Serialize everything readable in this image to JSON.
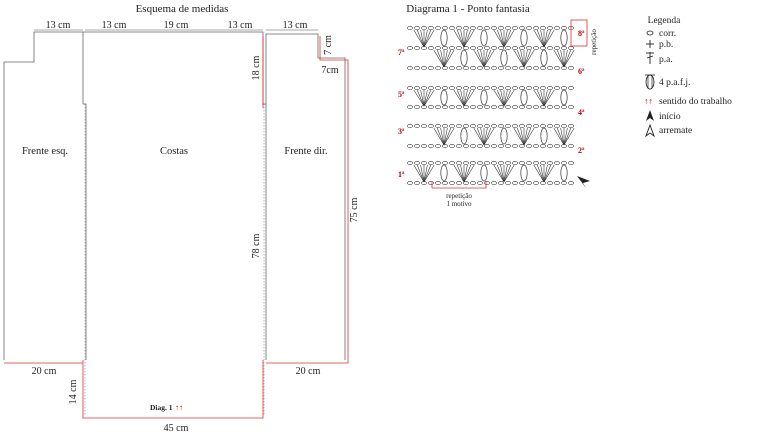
{
  "schema": {
    "title": "Esquema de medidas",
    "panels": {
      "left": "Frente esq.",
      "center": "Costas",
      "right": "Frente dir."
    },
    "measures": {
      "left_top": "13 cm",
      "center_top_left": "13 cm",
      "center_top_mid": "19 cm",
      "center_top_right": "13 cm",
      "right_top": "13 cm",
      "neck_depth": "18 cm",
      "right_neck_v": "7 cm",
      "right_neck_h": "7cm",
      "right_height": "75 cm",
      "center_height": "78 cm",
      "left_bottom": "20 cm",
      "right_bottom": "20 cm",
      "bottom_total": "45 cm",
      "bottom_left_v": "14 cm"
    },
    "diag_note": "Diag. 1",
    "diag_arrows": "↑↑"
  },
  "diagram": {
    "title": "Diagrama 1 - Ponto fantasia",
    "rows_left": [
      "1ª",
      "3ª",
      "5ª",
      "7ª"
    ],
    "rows_right": [
      "2ª",
      "4ª",
      "6ª",
      "8ª"
    ],
    "repeat_vertical": "repetição",
    "repeat_h1": "repetição",
    "repeat_h2": "1 motivo"
  },
  "legend": {
    "title": "Legenda",
    "items": [
      {
        "icon": "oval-icon",
        "label": "corr."
      },
      {
        "icon": "plus-icon",
        "label": "p.b."
      },
      {
        "icon": "double-crochet-icon",
        "label": "p.a."
      },
      {
        "icon": "cluster-icon",
        "label": "4 p.a.f.j."
      },
      {
        "icon": "double-arrow-icon",
        "label": "sentido do trabalho"
      },
      {
        "icon": "filled-triangle-icon",
        "label": "início"
      },
      {
        "icon": "open-triangle-icon",
        "label": "arremate"
      }
    ]
  },
  "colors": {
    "accent": "#c00000",
    "line": "#666666",
    "edge": "#dd3333"
  }
}
